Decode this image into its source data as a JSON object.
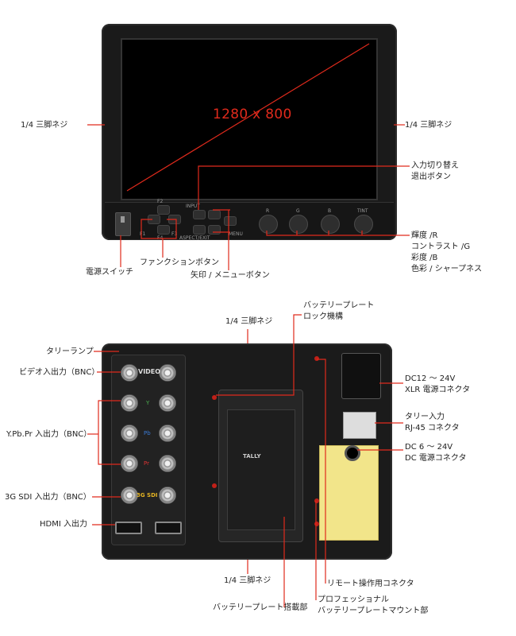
{
  "front_view": {
    "resolution_text": "1280 x 800",
    "callouts": {
      "left_tripod": "1/4 三脚ネジ",
      "right_tripod": "1/4 三脚ネジ",
      "input_switch_line1": "入力切り替え",
      "input_switch_line2": "退出ボタン",
      "adjust_line1": "輝度 /R",
      "adjust_line2": "コントラスト /G",
      "adjust_line3": "彩度 /B",
      "adjust_line4": "色彩 / シャープネス",
      "function_button": "ファンクションボタン",
      "power_switch": "電源スイッチ",
      "arrow_menu_button": "矢印 / メニューボタン"
    },
    "panel_text": {
      "f1": "F1",
      "f2": "F2",
      "f3": "F3",
      "f4": "F4",
      "input": "INPUT",
      "aspect_exit": "ASPECT/EXIT",
      "menu": "MENU",
      "r": "R",
      "g": "G",
      "b": "B",
      "tint": "TINT"
    }
  },
  "rear_view": {
    "callouts": {
      "battery_lock_line1": "バッテリープレート",
      "battery_lock_line2": "ロック機構",
      "top_tripod": "1/4 三脚ネジ",
      "tally_lamp": "タリーランプ",
      "video_io": "ビデオ入出力（BNC）",
      "ypbpr_io": "Y.Pb.Pr 入出力（BNC）",
      "sdi_io": "3G SDI 入出力（BNC）",
      "hdmi_io": "HDMI 入出力",
      "xlr_line1": "DC12 ～ 24V",
      "xlr_line2": "XLR 電源コネクタ",
      "tally_in_line1": "タリー入力",
      "tally_in_line2": "RJ-45 コネクタ",
      "dc_line1": "DC 6 ～ 24V",
      "dc_line2": "DC 電源コネクタ",
      "bottom_tripod": "1/4 三脚ネジ",
      "remote_connector": "リモート操作用コネクタ",
      "battery_plate_mount": "バッテリープレート搭載部",
      "pro_battery_line1": "プロフェッショナル",
      "pro_battery_line2": "バッテリープレートマウント部"
    },
    "panel_text": {
      "video": "VIDEO",
      "y": "Y",
      "pb": "Pb",
      "pr": "Pr",
      "sdi": "3G SDI",
      "tally": "TALLY"
    }
  },
  "colors": {
    "callout_line": "#e02a1c",
    "resolution_text": "#e02a1c"
  }
}
